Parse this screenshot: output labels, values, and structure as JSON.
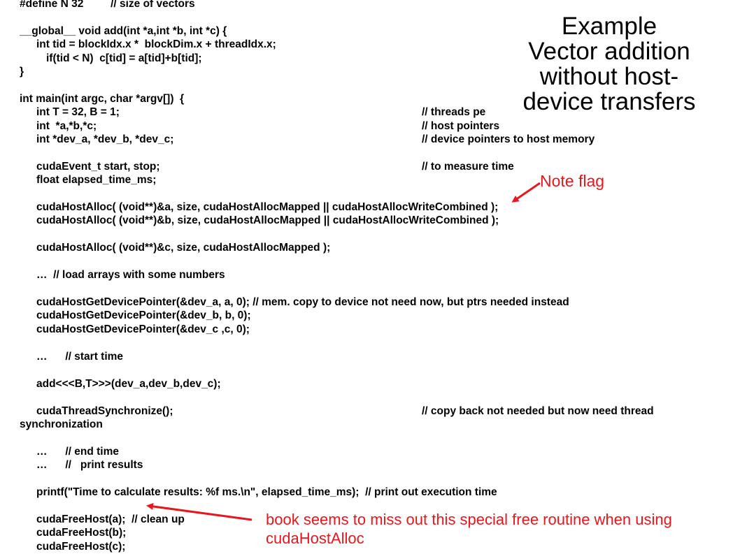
{
  "title": {
    "lines": [
      "Example",
      "Vector addition",
      "without host-",
      "device transfers"
    ]
  },
  "code": {
    "define": "#define N 32         // size of vectors",
    "kernel_sig": "__global__ void add(int *a,int *b, int *c) {",
    "kernel_tid": "int tid = blockIdx.x *  blockDim.x + threadIdx.x;",
    "kernel_if": "if(tid < N)  c[tid] = a[tid]+b[tid];",
    "kernel_close": "}",
    "main_sig": "int main(int argc, char *argv[])  {",
    "decl_tb": "int T = 32, B = 1;",
    "decl_tb_comment": "// threads pe",
    "decl_host": "int  *a,*b,*c;",
    "decl_host_comment": "// host pointers",
    "decl_dev": "int *dev_a, *dev_b, *dev_c;",
    "decl_dev_comment": "// device pointers to host memory",
    "event_decl": "cudaEvent_t start, stop;",
    "event_comment": "// to measure time",
    "float_decl": "float elapsed_time_ms;",
    "alloc_a": "cudaHostAlloc( (void**)&a, size, cudaHostAllocMapped || cudaHostAllocWriteCombined );",
    "alloc_b": "cudaHostAlloc( (void**)&b, size, cudaHostAllocMapped || cudaHostAllocWriteCombined );",
    "alloc_c": "cudaHostAlloc( (void**)&c, size, cudaHostAllocMapped );",
    "load_arrays": "…  // load arrays with some numbers",
    "get_ptr_a": "cudaHostGetDevicePointer(&dev_a, a, 0); // mem. copy to device not need now, but ptrs needed instead",
    "get_ptr_b": "cudaHostGetDevicePointer(&dev_b, b, 0);",
    "get_ptr_c": "cudaHostGetDevicePointer(&dev_c ,c, 0);",
    "start_time": "…      // start time",
    "launch": "add<<<B,T>>>(dev_a,dev_b,dev_c);",
    "sync": "cudaThreadSynchronize();",
    "sync_comment": "// copy back not needed but now need thread",
    "sync_comment_wrap": "synchronization",
    "end_time": "…      // end time",
    "print_results": "…      //   print results",
    "printf": "printf(\"Time to calculate results: %f ms.\\n\", elapsed_time_ms);  // print out execution time",
    "free_a": "cudaFreeHost(a);  // clean up",
    "free_b": "cudaFreeHost(b);",
    "free_c": "cudaFreeHost(c);"
  },
  "annotations": {
    "note_flag": "Note flag",
    "book_note": "book seems to miss out this special free routine when using cudaHostAlloc",
    "color": "#e8161d"
  }
}
